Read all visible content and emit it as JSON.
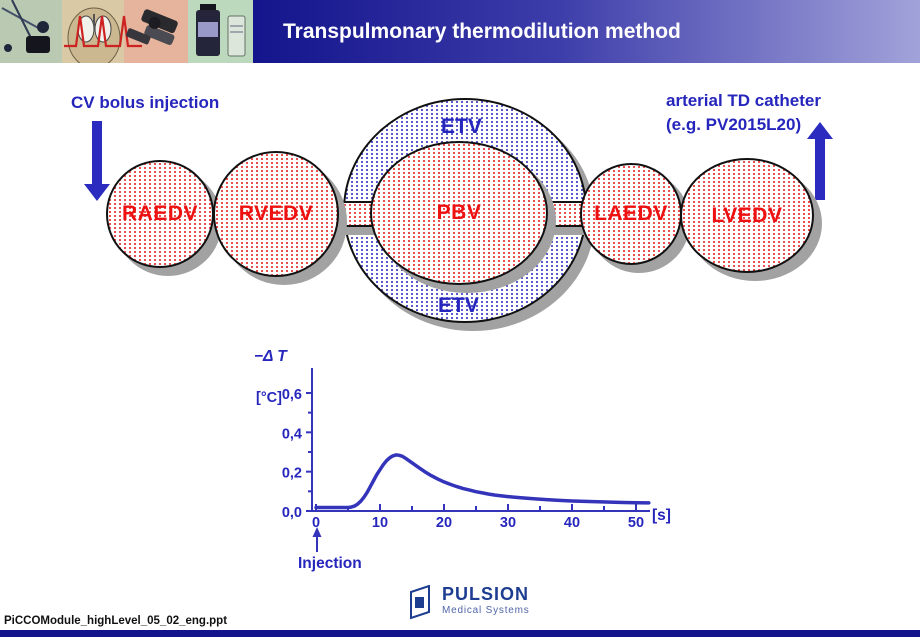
{
  "header": {
    "title": "Transpulmonary thermodilution method",
    "thumbnails": [
      "sensor-cables-photo",
      "torso-lungs-ecg-photo",
      "injectate-switch-photo",
      "saline-vial-photo"
    ]
  },
  "annotations": {
    "cv_bolus": "CV bolus injection",
    "arterial_catheter_line1": "arterial TD catheter",
    "arterial_catheter_line2": "(e.g. PV2015L20)"
  },
  "diagram": {
    "chambers": [
      {
        "id": "raedv",
        "label": "RAEDV"
      },
      {
        "id": "rvedv",
        "label": "RVEDV"
      },
      {
        "id": "pbv",
        "label": "PBV"
      },
      {
        "id": "laedv",
        "label": "LAEDV"
      },
      {
        "id": "lvedv",
        "label": "LVEDV"
      }
    ],
    "etv_top": "ETV",
    "etv_bottom": "ETV"
  },
  "chart_data": {
    "type": "line",
    "title": "",
    "ylabel": "−Δ T",
    "ylabel_unit": "[°C]",
    "xlabel_unit": "[s]",
    "x_ticks": [
      0,
      10,
      20,
      30,
      40,
      50
    ],
    "x_tick_labels": [
      "0",
      "10",
      "20",
      "30",
      "40",
      "50"
    ],
    "x_minor_ticks": [
      5,
      15,
      25,
      35,
      45
    ],
    "y_ticks": [
      0,
      0.2,
      0.4,
      0.6
    ],
    "y_tick_labels": [
      "0,0",
      "0,2",
      "0,4",
      "0,6"
    ],
    "y_minor_ticks": [
      0.1,
      0.3,
      0.5
    ],
    "xlim": [
      0,
      54
    ],
    "ylim": [
      0,
      0.73
    ],
    "grid": false,
    "annotation": "Injection",
    "series": [
      {
        "name": "temperature-difference-curve",
        "color": "#3434bb",
        "x": [
          0,
          1,
          2,
          3,
          4,
          5,
          5.5,
          6,
          6.5,
          7,
          7.5,
          8,
          8.5,
          9,
          9.5,
          10,
          10.5,
          11,
          11.5,
          12,
          12.5,
          13,
          13.5,
          14,
          15,
          16,
          17,
          18,
          19,
          20,
          21,
          22,
          23,
          24,
          25,
          26,
          27,
          28,
          29,
          30,
          32,
          34,
          36,
          38,
          40,
          42,
          44,
          46,
          48,
          50,
          52
        ],
        "y": [
          0.018,
          0.018,
          0.018,
          0.018,
          0.018,
          0.018,
          0.02,
          0.025,
          0.035,
          0.05,
          0.07,
          0.095,
          0.125,
          0.155,
          0.185,
          0.21,
          0.235,
          0.255,
          0.27,
          0.28,
          0.285,
          0.283,
          0.278,
          0.268,
          0.245,
          0.222,
          0.2,
          0.18,
          0.163,
          0.148,
          0.135,
          0.124,
          0.114,
          0.106,
          0.098,
          0.092,
          0.086,
          0.081,
          0.077,
          0.073,
          0.067,
          0.062,
          0.058,
          0.054,
          0.051,
          0.049,
          0.047,
          0.045,
          0.043,
          0.042,
          0.041
        ]
      }
    ]
  },
  "footer": {
    "filename": "PiCCOModule_highLevel_05_02_eng.ppt",
    "logo_name": "PULSION",
    "logo_subtitle": "Medical Systems"
  },
  "colors": {
    "header_gradient_start": "#14148c",
    "header_gradient_end": "#a2a2da",
    "annotation_blue": "#2626bd",
    "chamber_red": "#ee1111",
    "curve_blue": "#3434bb",
    "shadow_gray": "#a2a2a2",
    "bottom_bar_navy": "#14148c"
  }
}
